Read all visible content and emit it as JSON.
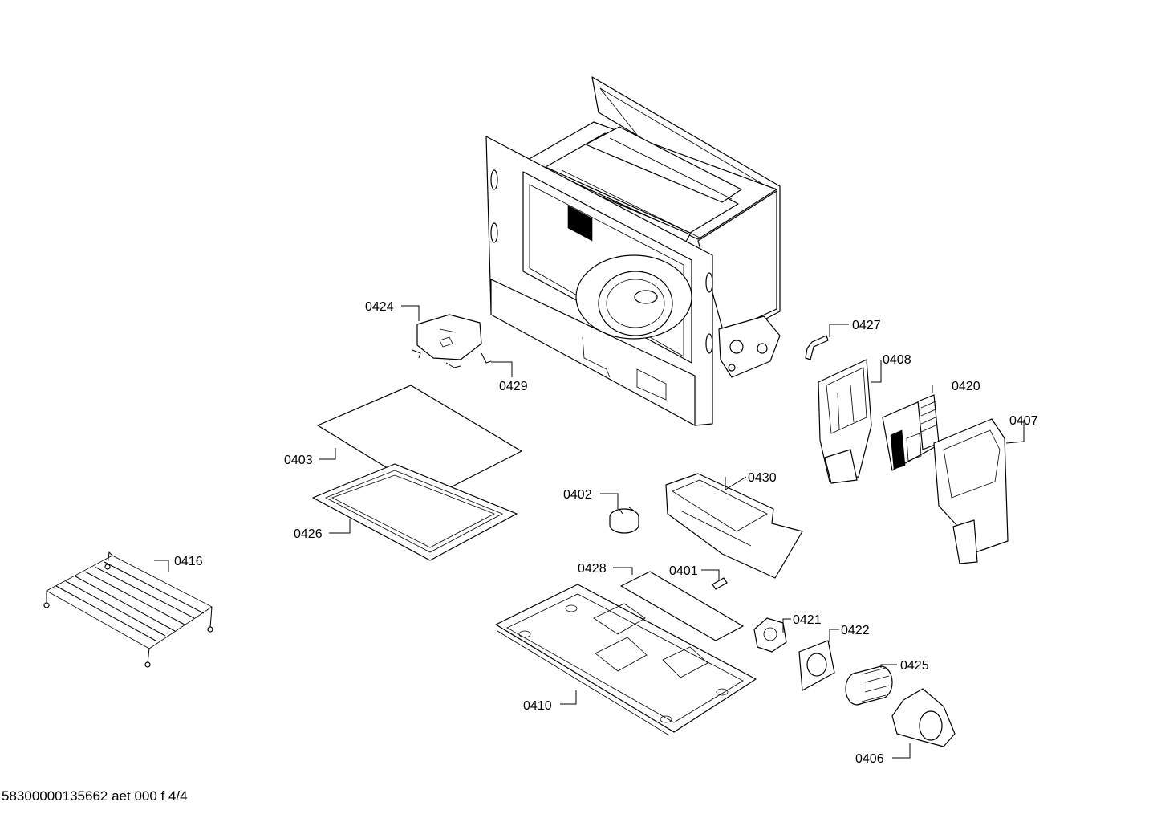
{
  "labels": {
    "p0401": "0401",
    "p0402": "0402",
    "p0403": "0403",
    "p0406": "0406",
    "p0407": "0407",
    "p0408": "0408",
    "p0410": "0410",
    "p0416": "0416",
    "p0420": "0420",
    "p0421": "0421",
    "p0422": "0422",
    "p0424": "0424",
    "p0425": "0425",
    "p0426": "0426",
    "p0427": "0427",
    "p0428": "0428",
    "p0429": "0429",
    "p0430": "0430"
  },
  "footer": {
    "document_id": "58300000135662 aet 000 f 4/4"
  }
}
